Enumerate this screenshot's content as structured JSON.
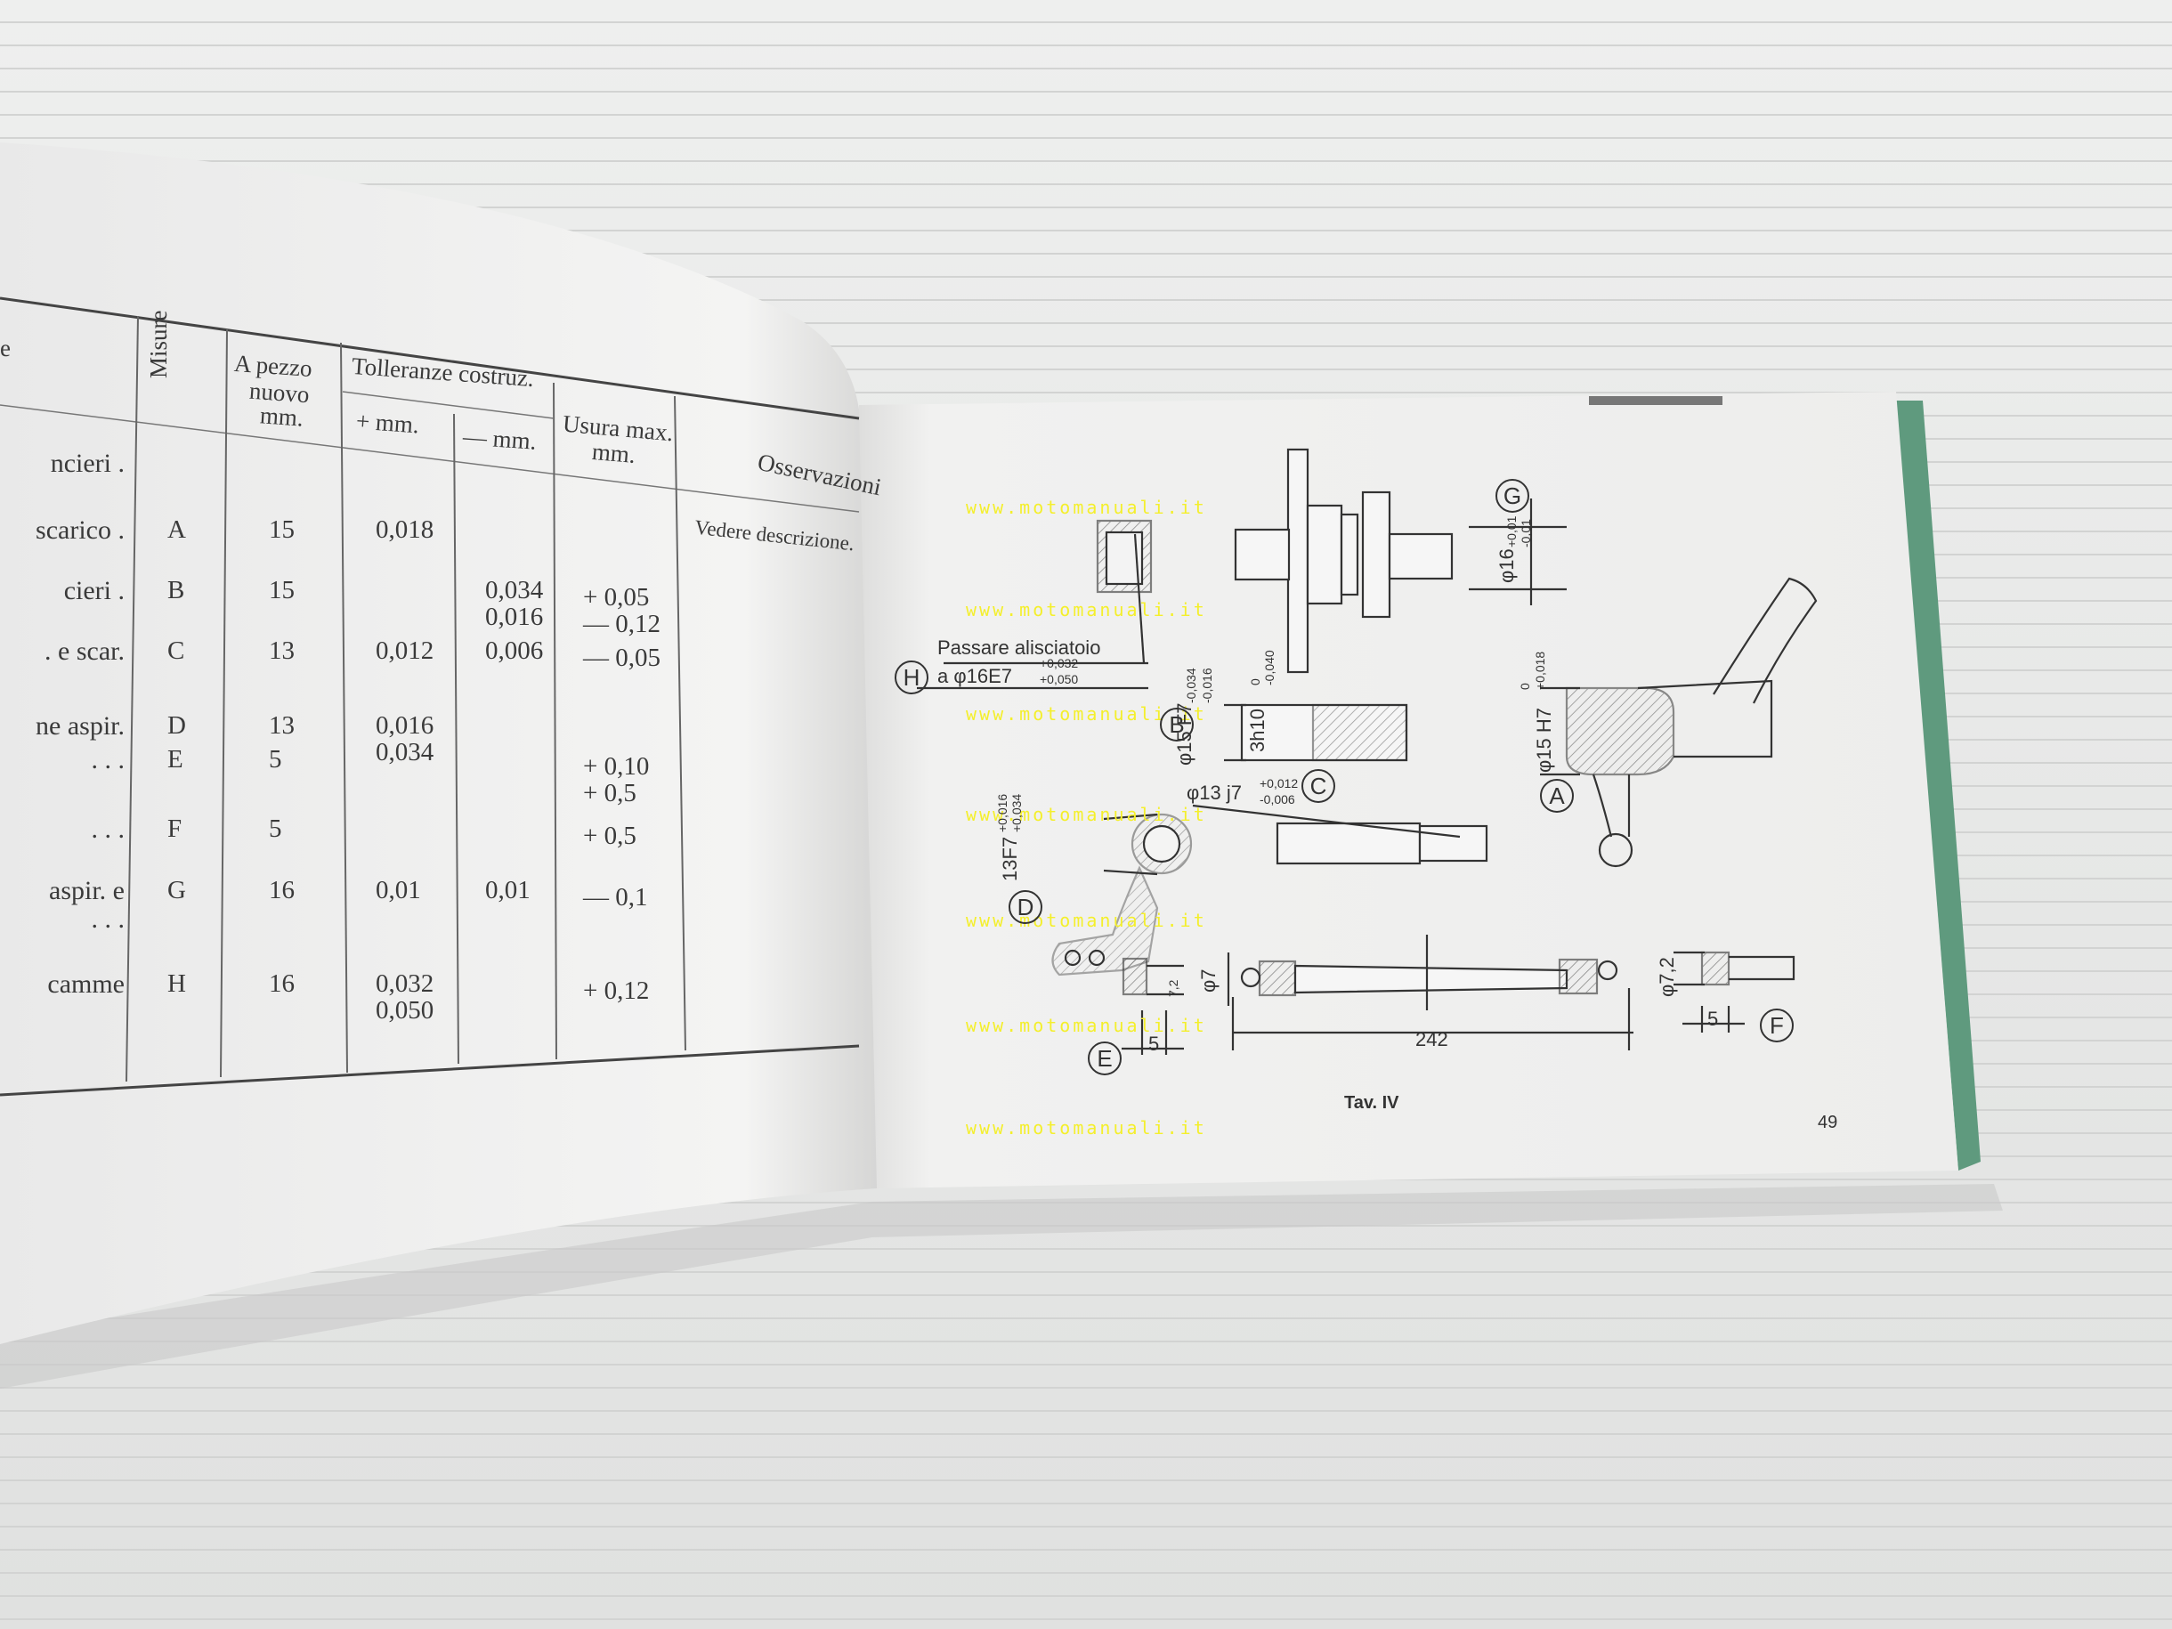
{
  "table": {
    "headers": {
      "desc_fragment": "e",
      "misure": "Misure",
      "a_pezzo": [
        "A pezzo",
        "nuovo",
        "mm."
      ],
      "tolleranze": "Tolleranze costruz.",
      "plus_mm": "+ mm.",
      "minus_mm": "— mm.",
      "usura": [
        "Usura max.",
        "mm."
      ],
      "osservazioni": "Osservazioni"
    },
    "rows": [
      {
        "desc": "ncieri .",
        "misura": "",
        "nuovo": "",
        "plus": "",
        "minus": "",
        "usura": "",
        "obs": ""
      },
      {
        "desc": "scarico .",
        "misura": "A",
        "nuovo": "15",
        "plus": "0,018",
        "minus": "",
        "usura": "",
        "obs": "Vedere descrizione."
      },
      {
        "desc": "cieri .",
        "misura": "B",
        "nuovo": "15",
        "plus": "",
        "minus": "0,034\n0,016",
        "usura": "+ 0,05\n— 0,12",
        "obs": ""
      },
      {
        "desc": ". e scar.",
        "misura": "C",
        "nuovo": "13",
        "plus": "0,012",
        "minus": "0,006",
        "usura": "— 0,05",
        "obs": ""
      },
      {
        "desc": "ne aspir.",
        "misura": "D",
        "nuovo": "13",
        "plus": "0,016\n0,034",
        "minus": "",
        "usura": "",
        "obs": ""
      },
      {
        "desc": ". . .",
        "misura": "E",
        "nuovo": "5",
        "plus": "",
        "minus": "",
        "usura": "+ 0,10\n+ 0,5",
        "obs": ""
      },
      {
        "desc": ". . .",
        "misura": "F",
        "nuovo": "5",
        "plus": "",
        "minus": "",
        "usura": "+ 0,5",
        "obs": ""
      },
      {
        "desc": "aspir. e\n. . .",
        "misura": "G",
        "nuovo": "16",
        "plus": "0,01",
        "minus": "0,01",
        "usura": "— 0,1",
        "obs": ""
      },
      {
        "desc": "camme",
        "misura": "H",
        "nuovo": "16",
        "plus": "0,032\n0,050",
        "minus": "",
        "usura": "+ 0,12",
        "obs": ""
      }
    ]
  },
  "drawing": {
    "watermark": "www.motomanuali.it",
    "note_H": "Passare alisciatoio",
    "dim_H": "a φ16E7",
    "tol_H": [
      "+0,032",
      "+0,050"
    ],
    "dim_B": "φ15 F7",
    "tol_B": [
      "-0,034",
      "-0,016"
    ],
    "dim_B2": "3h10",
    "tol_B2": [
      "0",
      "-0,040"
    ],
    "dim_A": "φ15 H7",
    "tol_A": [
      "+0,018",
      "0"
    ],
    "dim_C": "φ13 j7",
    "tol_C": [
      "+0,012",
      "-0,006"
    ],
    "dim_D": "13F7",
    "tol_D": [
      "+0,016",
      "+0,034"
    ],
    "dim_G": "φ16",
    "tol_G": [
      "+0,01",
      "-0,01"
    ],
    "dim_E": "7,2",
    "dim_E_w": "5",
    "dim_rod_d": "φ7",
    "dim_rod_len": "242",
    "dim_F": "φ7,2",
    "dim_F_w": "5",
    "labels": [
      "A",
      "B",
      "C",
      "D",
      "E",
      "F",
      "G",
      "H"
    ],
    "plate": "Tav. IV",
    "page_number": "49"
  }
}
